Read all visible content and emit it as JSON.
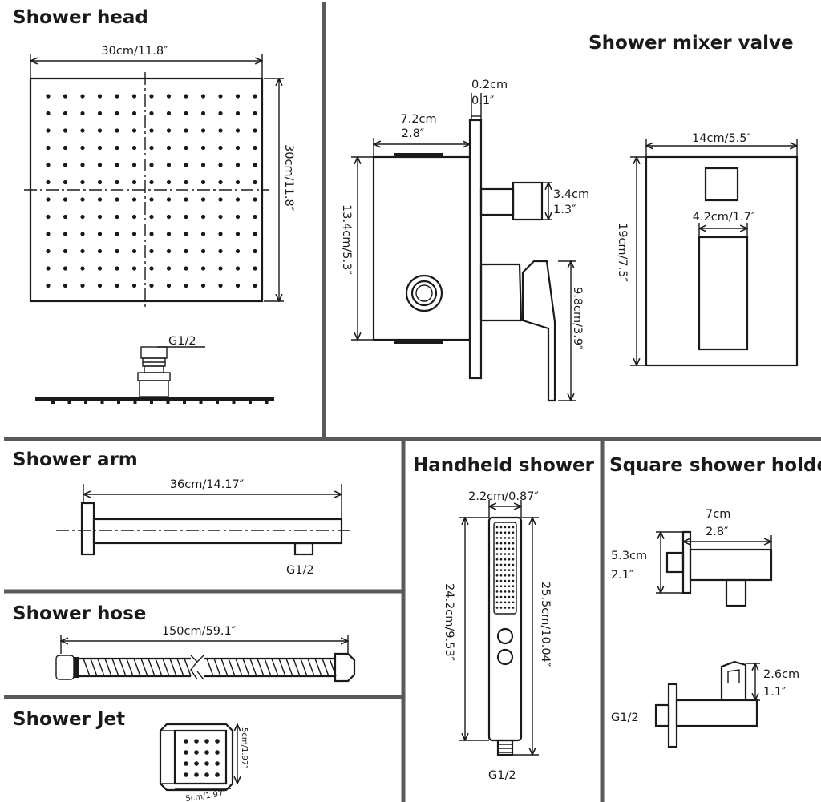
{
  "shower_head": {
    "title": "Shower head",
    "width": "30cm/11.8″",
    "height": "30cm/11.8″",
    "thread": "G1/2"
  },
  "mixer_valve": {
    "title": "Shower mixer valve",
    "plate_thickness_cm": "0.2cm",
    "plate_thickness_in": "0.1″",
    "depth_cm": "7.2cm",
    "depth_in": "2.8″",
    "body_height": "13.4cm/5.3″",
    "outlet_cm": "3.4cm",
    "outlet_in": "1.3″",
    "handle_height": "9.8cm/3.9″",
    "plate_width": "14cm/5.5″",
    "handle_width": "4.2cm/1.7″",
    "plate_height": "19cm/7.5″"
  },
  "shower_arm": {
    "title": "Shower arm",
    "length": "36cm/14.17″",
    "thread": "G1/2"
  },
  "shower_hose": {
    "title": "Shower hose",
    "length": "150cm/59.1″"
  },
  "shower_jet": {
    "title": "Shower Jet",
    "side": "5cm/1.97″",
    "bottom": "5cm/1.97″"
  },
  "handheld_shower": {
    "title": "Handheld shower",
    "width": "2.2cm/0.87″",
    "body_length": "24.2cm/9.53″",
    "total_length": "25.5cm/10.04″",
    "thread": "G1/2"
  },
  "square_holder": {
    "title": "Square shower holder",
    "depth_cm": "7cm",
    "depth_in": "2.8″",
    "height_cm": "5.3cm",
    "height_in": "2.1″",
    "cradle_cm": "2.6cm",
    "cradle_in": "1.1″",
    "thread": "G1/2"
  }
}
